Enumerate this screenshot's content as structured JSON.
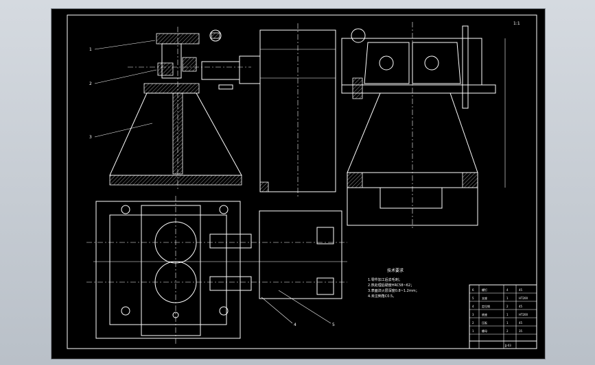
{
  "drawing": {
    "scale_label": "1:1",
    "tech_requirements_title": "技术要求",
    "tech_requirements": [
      "1.零件加工后去毛刺；",
      "2.热处理后硬度HRC58~62；",
      "3.表面淬火层深度0.8~1.2mm；",
      "4.未注倒角C0.5。"
    ],
    "leaders": [
      "1",
      "2",
      "3",
      "4",
      "5"
    ],
    "title_block": {
      "drawing_no": "JJ-03",
      "rows": [
        [
          "6",
          "螺钉",
          "4",
          "45"
        ],
        [
          "5",
          "支座",
          "1",
          "HT200"
        ],
        [
          "4",
          "定位销",
          "2",
          "45"
        ],
        [
          "3",
          "底座",
          "1",
          "HT200"
        ],
        [
          "2",
          "压板",
          "1",
          "45"
        ],
        [
          "1",
          "螺母",
          "2",
          "35"
        ]
      ]
    }
  },
  "colors": {
    "background": "#000000",
    "lines": "#ffffff",
    "accent": "#00ffff"
  }
}
